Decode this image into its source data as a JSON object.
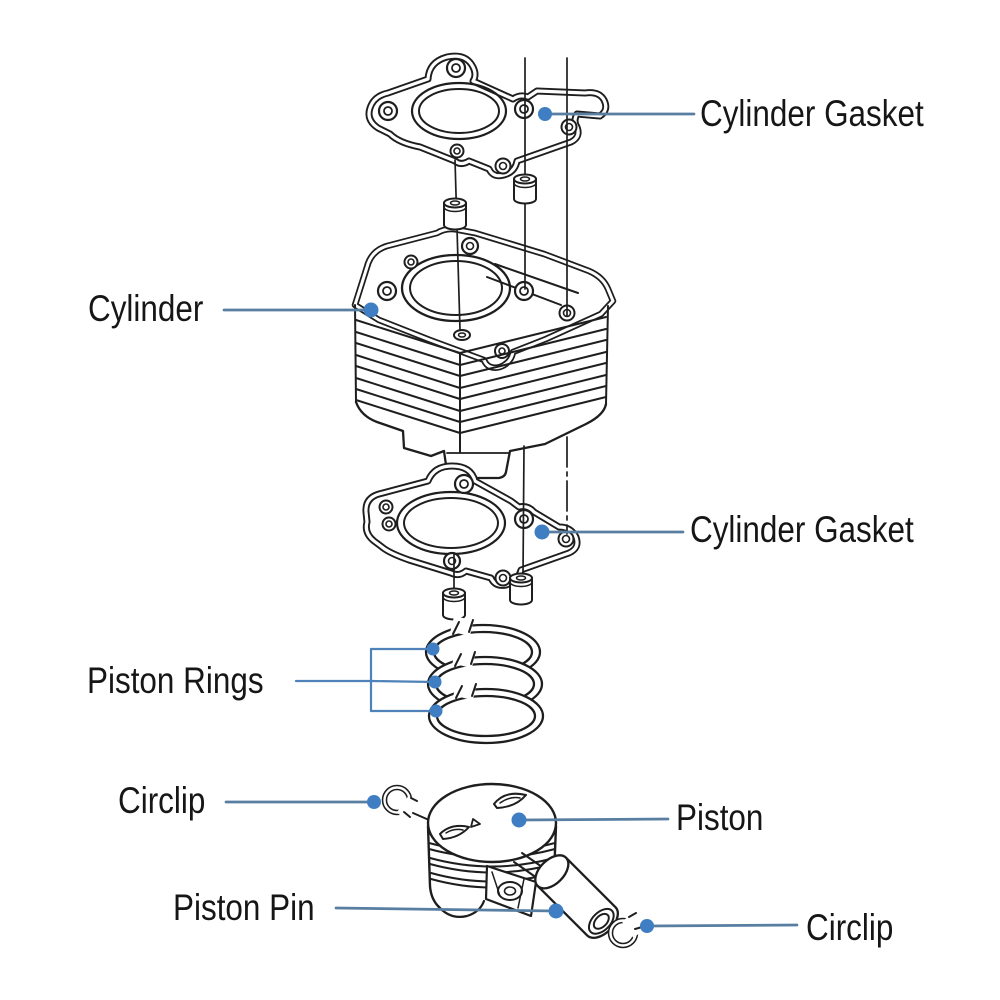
{
  "diagram": {
    "labels": {
      "cylinder_gasket_top": "Cylinder Gasket",
      "cylinder": "Cylinder",
      "cylinder_gasket_mid": "Cylinder Gasket",
      "piston_rings": "Piston Rings",
      "circlip_left": "Circlip",
      "piston": "Piston",
      "piston_pin": "Piston Pin",
      "circlip_right": "Circlip"
    },
    "colors": {
      "leader_line": "#587fa2",
      "bracket_line": "#4e82b8",
      "marker_dot": "#3f7ec3",
      "line_art": "#1e1e1e",
      "label_text": "#161616",
      "background": "#ffffff"
    },
    "parts_drawn": [
      "cylinder-head-gasket",
      "locating-dowels",
      "finned-cylinder",
      "cylinder-base-gasket",
      "piston-ring-set-of-3",
      "circlip",
      "piston",
      "piston-pin",
      "circlip"
    ]
  }
}
